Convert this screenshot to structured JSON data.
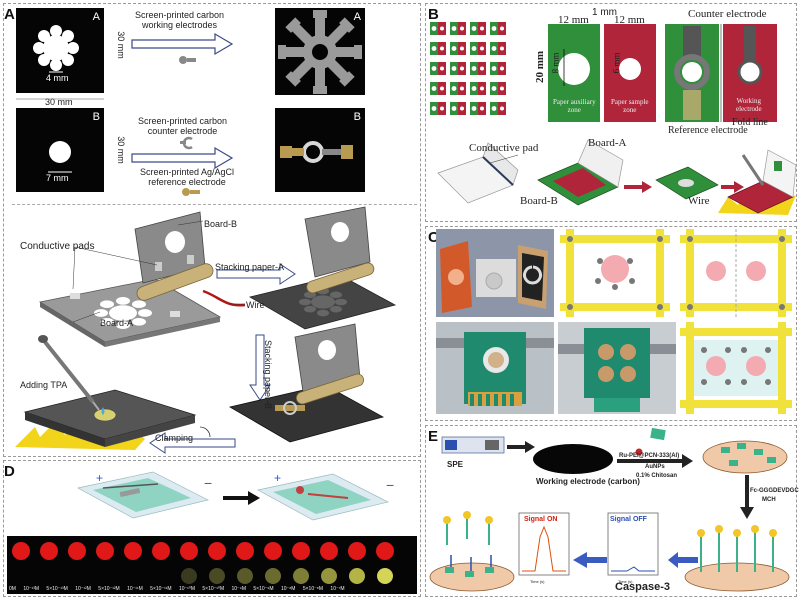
{
  "panels": {
    "A": {
      "letter": "A",
      "square_tag_top": "A",
      "square_tag_bottom": "B",
      "size_label_right_top": "30 mm",
      "size_label_bottom": "30 mm",
      "size_label_right_bottom": "30 mm",
      "hole_label_top": "4 mm",
      "hole_label_bottom": "7 mm",
      "working_electrodes": "Screen-printed carbon\nworking electrodes",
      "counter_electrode": "Screen-printed carbon\ncounter electrode",
      "reference_electrode": "Screen-printed Ag/AgCl\nreference electrode",
      "board_b": "Board-B",
      "conductive_pads": "Conductive pads",
      "stacking_a": "Stacking paper-A",
      "wire": "Wire",
      "board_a": "Board-A",
      "stacking_b": "Stacking paper-B",
      "adding_tpa": "Adding TPA",
      "clamping": "Clamping"
    },
    "B": {
      "letter": "B",
      "dim_1mm": "1 mm",
      "dim_12mm_left": "12 mm",
      "dim_12mm_right": "12 mm",
      "dim_20mm": "20 mm",
      "dim_8mm": "8 mm",
      "dim_6mm": "6 mm",
      "aux_zone": "Paper auxiliary\nzone",
      "sample_zone": "Paper sample\nzone",
      "counter_electrode": "Counter electrode",
      "working_electrode": "Working\nelectrode",
      "fold_line": "Fold line",
      "reference_electrode": "Reference electrode",
      "conductive_pad": "Conductive pad",
      "board_a": "Board-A",
      "board_b": "Board-B",
      "wire": "Wire"
    },
    "C": {
      "letter": "C"
    },
    "D": {
      "letter": "D",
      "plus": "+",
      "minus": "−",
      "conc_labels": "0M 10⁻¹³M 5×10⁻¹³M 10⁻¹²M 5×10⁻¹²M 10⁻¹¹M 5×10⁻¹¹M 10⁻¹⁰M 5×10⁻¹⁰M 10⁻⁹M 5×10⁻⁹M 10⁻⁸M 5×10⁻⁸M 10⁻⁷M"
    },
    "E": {
      "letter": "E",
      "spe": "SPE",
      "working_electrode": "Working electrode (carbon)",
      "ru_pei": "Ru-PEI@PCN-333(Al)",
      "aunps": "AuNPs",
      "chitosan": "0.1% Chitosan",
      "fc_peptide": "Fc-GGGDEVDGC",
      "mch": "MCH",
      "signal_on": "Signal ON",
      "signal_off": "Signal OFF",
      "caspase": "Caspase-3",
      "x_axis": "Time (s)"
    }
  },
  "colors": {
    "green": "#2f8f3a",
    "red": "#b0253a",
    "yellow": "#e8d63a",
    "teal": "#2fa58a"
  }
}
